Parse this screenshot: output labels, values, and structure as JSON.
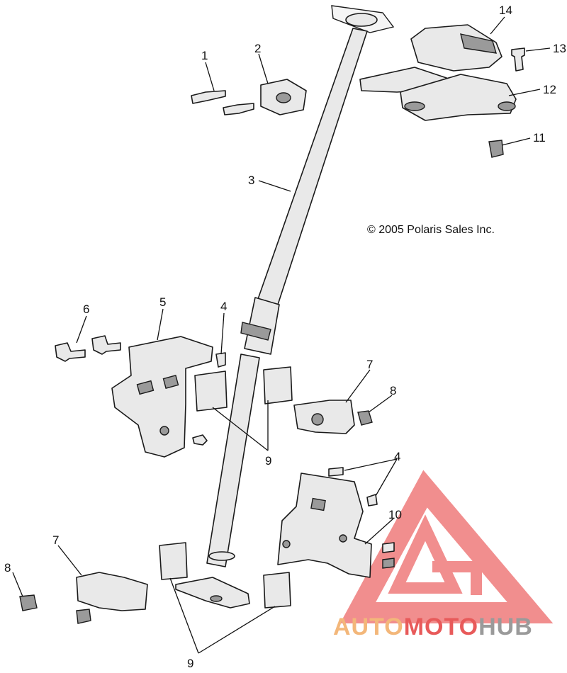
{
  "diagram": {
    "copyright": "© 2005 Polaris Sales Inc.",
    "callouts": [
      {
        "id": "c1",
        "label": "1"
      },
      {
        "id": "c2",
        "label": "2"
      },
      {
        "id": "c3",
        "label": "3"
      },
      {
        "id": "c4a",
        "label": "4"
      },
      {
        "id": "c4b",
        "label": "4"
      },
      {
        "id": "c5",
        "label": "5"
      },
      {
        "id": "c6",
        "label": "6"
      },
      {
        "id": "c7a",
        "label": "7"
      },
      {
        "id": "c7b",
        "label": "7"
      },
      {
        "id": "c8a",
        "label": "8"
      },
      {
        "id": "c8b",
        "label": "8"
      },
      {
        "id": "c9a",
        "label": "9"
      },
      {
        "id": "c9b",
        "label": "9"
      },
      {
        "id": "c10",
        "label": "10"
      },
      {
        "id": "c11",
        "label": "11"
      },
      {
        "id": "c12",
        "label": "12"
      },
      {
        "id": "c13",
        "label": "13"
      },
      {
        "id": "c14",
        "label": "14"
      }
    ]
  },
  "watermark": {
    "word_part_1": "AUTO",
    "word_part_2": "MOTO",
    "word_part_3": "HUB",
    "colors": {
      "primary": "#e85a5a",
      "secondary": "#f3b77a",
      "hub": "#9a9a9a"
    }
  }
}
